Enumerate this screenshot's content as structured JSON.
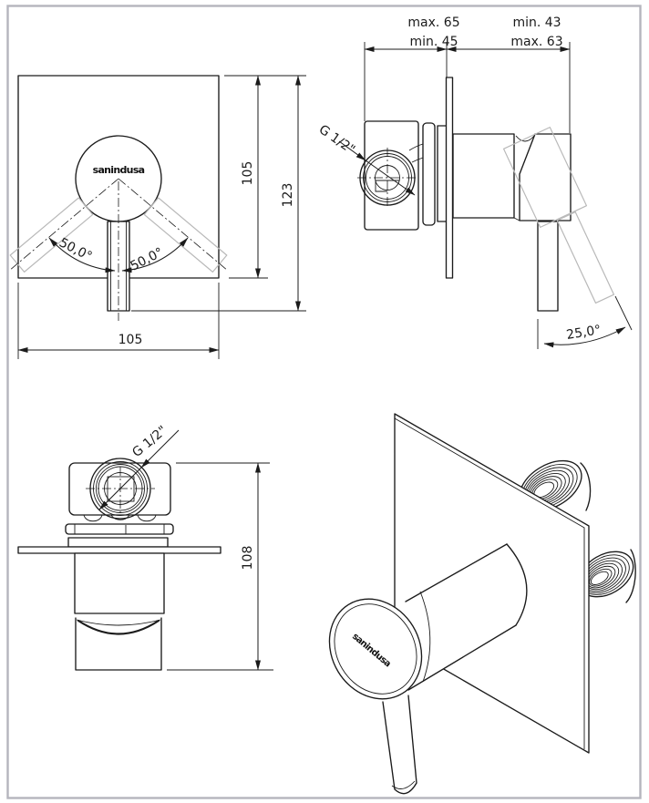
{
  "colors": {
    "line": "#1b1b1b",
    "phantom": "#b9b9b9",
    "frame": "#b5b5bd",
    "background": "#ffffff"
  },
  "brand": "sanindusa",
  "front_view": {
    "plate_width": "105",
    "plate_height": "105",
    "total_height": "123",
    "angle_left": "50,0°",
    "angle_right": "50,0°"
  },
  "side_view": {
    "behind_wall_max": "max. 65",
    "behind_wall_min": "min. 45",
    "front_depth_min": "min. 43",
    "front_depth_max": "max. 63",
    "thread_label": "G 1/2\"",
    "handle_angle": "25,0°"
  },
  "top_view": {
    "thread_label": "G 1/2\"",
    "body_height": "108"
  }
}
